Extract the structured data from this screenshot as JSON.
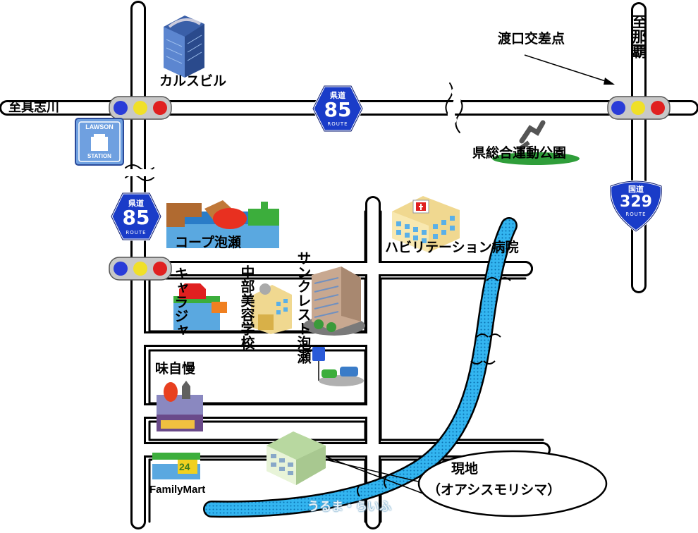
{
  "directions": {
    "west": "至具志川",
    "north": "至那覇"
  },
  "landmarks": {
    "karusu_building": "カルスビル",
    "lawson": "Lawson Station",
    "watanguchi_intersection": "渡口交差点",
    "sports_park": "県総合運動公園",
    "coop": "コープ泡瀬",
    "hospital": "ハビリテーション病院",
    "garage": "キャラジャ",
    "beauty_school": "中部美容学校",
    "suncrest": "サンクレスト泡瀬",
    "ajijiman": "味自慢",
    "familymart": "FamilyMart"
  },
  "routes": {
    "prefectural": {
      "label": "県道",
      "number": "85",
      "sub": "ROUTE"
    },
    "national": {
      "label": "国道",
      "number": "329",
      "sub": "ROUTE"
    }
  },
  "lawson_sign": {
    "top": "LAWSON",
    "bottom": "STATION"
  },
  "familymart_badge": "24",
  "destination": {
    "line1": "現地",
    "line2": "（オアシスモリシマ）"
  },
  "watermark": "うるま・らいふ",
  "colors": {
    "road_fill": "#ffffff",
    "road_outline": "#000000",
    "river": "#33b5f0",
    "shield": "#1a3cc8",
    "signal_housing": "#c8c8c8"
  }
}
